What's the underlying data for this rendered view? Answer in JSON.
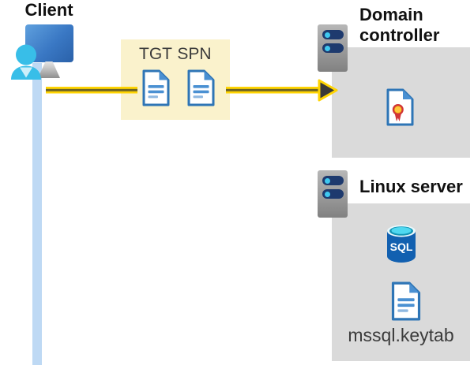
{
  "client": {
    "label": "Client"
  },
  "tickets": {
    "tgt_label": "TGT",
    "spn_label": "SPN"
  },
  "domain_controller": {
    "label": "Domain controller"
  },
  "linux_server": {
    "label": "Linux server",
    "database_label": "SQL",
    "keytab_file": "mssql.keytab"
  },
  "icons": {
    "client": "person-at-computer-icon",
    "tickets": "document-icon",
    "servers": "server-icon",
    "domain_controller_content": "certificate-icon",
    "linux_server_content": [
      "sql-database-icon",
      "document-icon"
    ],
    "flow": "yellow-arrow-right"
  },
  "colors": {
    "arrow_yellow": "#ffd402",
    "arrow_core": "#6e6426",
    "arrowhead": "#3a3a38",
    "ticket_box_bg": "#faf2cc",
    "server_panel_bg": "#dadada",
    "doc_border_blue": "#2e75b6",
    "doc_fill_blue": "#4a90d2",
    "person_cyan": "#38bee8",
    "connection_line_blue": "#bed9f4",
    "server_bar_navy": "#1e3a6e",
    "rosette_red": "#d13438",
    "rosette_yellow": "#ffc83d"
  }
}
